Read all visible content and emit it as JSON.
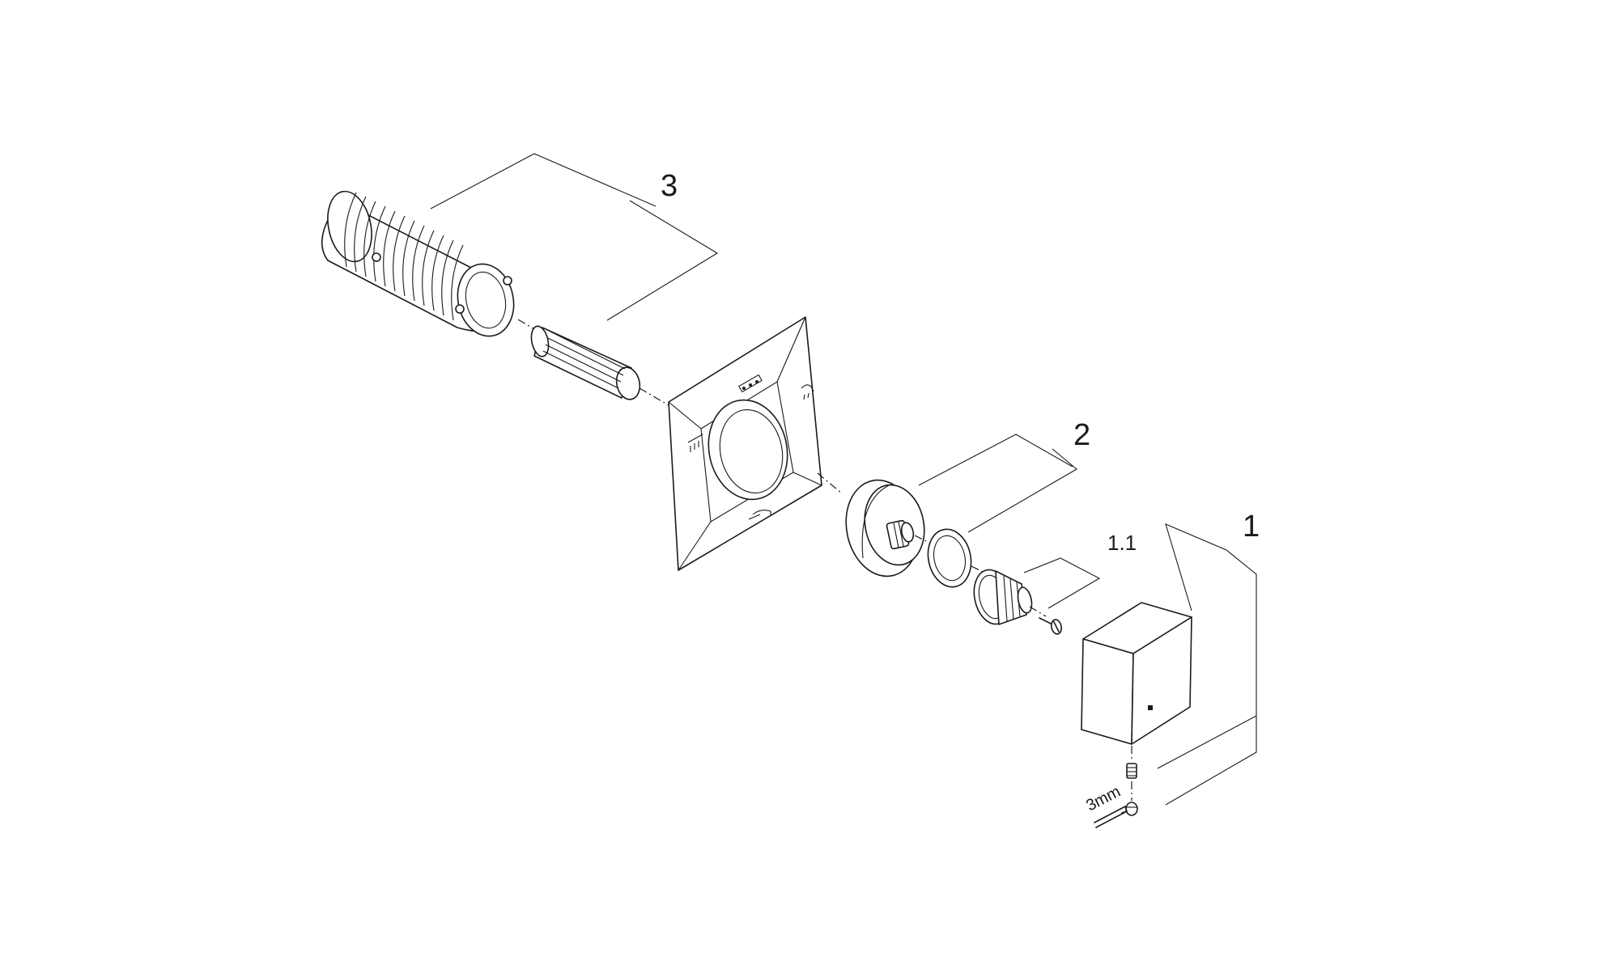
{
  "labels": {
    "part_3": "3",
    "part_2": "2",
    "part_1": "1",
    "part_1_1": "1.1",
    "tool_size": "3mm"
  },
  "colors": {
    "line": "#1a1a1a",
    "background": "#ffffff"
  },
  "icons": {
    "shower_head": "shower-head-icon",
    "rain_shower": "rain-shower-icon",
    "hand_shower": "hand-shower-icon",
    "bath_spout": "bath-spout-icon"
  }
}
